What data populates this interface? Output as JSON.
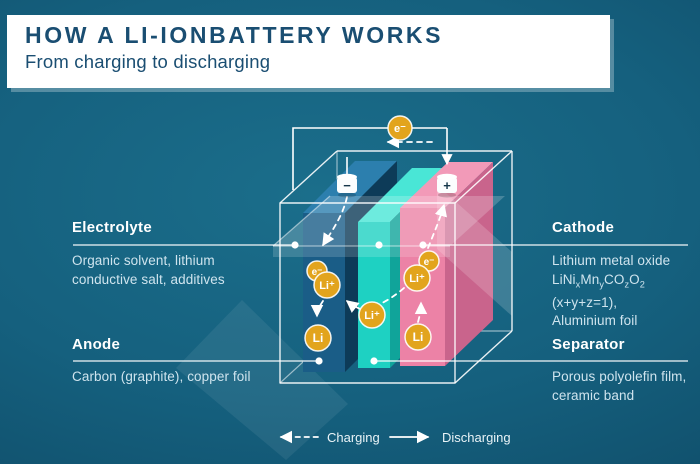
{
  "header": {
    "title": "HOW A LI-IONBATTERY WORKS",
    "subtitle": "From charging to discharging"
  },
  "labels": {
    "electrolyte": {
      "title": "Electrolyte",
      "line1": "Organic solvent, lithium",
      "line2": "conductive salt, additives"
    },
    "cathode": {
      "title": "Cathode",
      "line1": "Lithium metal oxide",
      "formula": [
        {
          "t": "LiNi"
        },
        {
          "t": "x",
          "sub": true
        },
        {
          "t": "Mn"
        },
        {
          "t": "y",
          "sub": true
        },
        {
          "t": "CO"
        },
        {
          "t": "z",
          "sub": true
        },
        {
          "t": "O"
        },
        {
          "t": "2",
          "sub": true
        },
        {
          "t": " (x+y+z=1),"
        }
      ],
      "line3": "Aluminium foil"
    },
    "anode": {
      "title": "Anode",
      "line1": "Carbon (graphite), copper foil"
    },
    "separator": {
      "title": "Separator",
      "line1": "Porous polyolefin film,",
      "line2": "ceramic band"
    }
  },
  "battery": {
    "negative_sign": "−",
    "positive_sign": "+",
    "electron": "e⁻",
    "lithium_ion": "Li⁺",
    "lithium": "Li"
  },
  "legend": {
    "charging": "Charging",
    "discharging": "Discharging"
  },
  "colors": {
    "background": "#15607e",
    "panel": "#ffffff",
    "heading_text": "#1a4e72",
    "anode_slab_front": "#1a5d87",
    "anode_slab_top": "#2c7fae",
    "separator_slab_front": "#1ed1c2",
    "separator_slab_top": "#49e6d6",
    "cathode_slab_front": "#ec82a6",
    "cathode_slab_top": "#f29ab8",
    "ion_fill": "#e2a41d",
    "label_text": "#ffffff",
    "desc_text": "#cfe4ee"
  }
}
